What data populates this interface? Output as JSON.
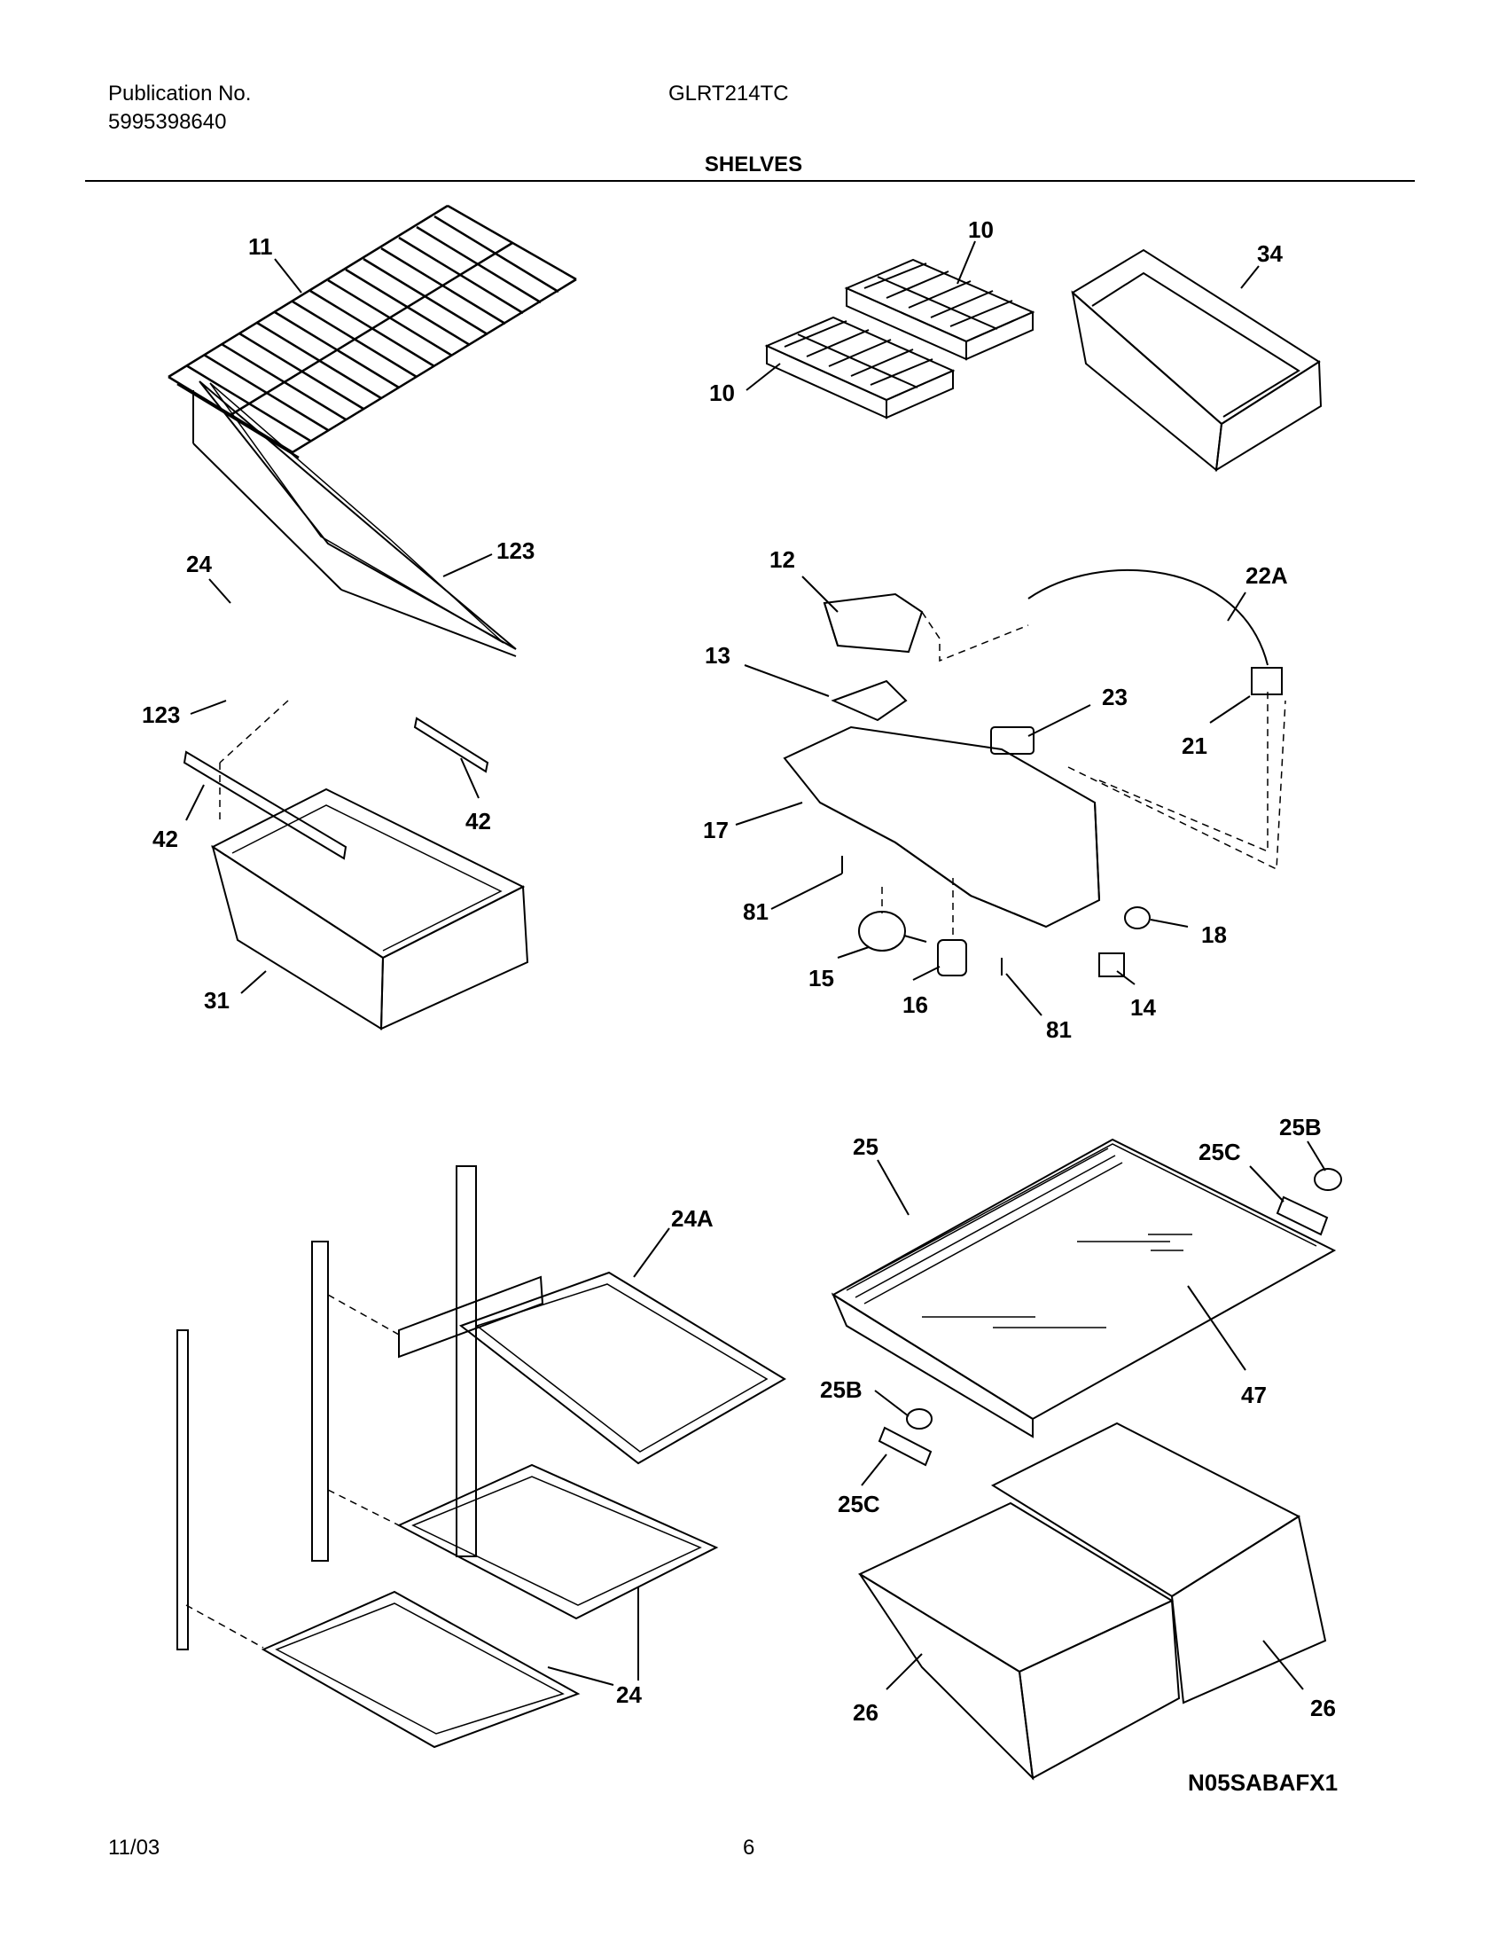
{
  "header": {
    "publication_label": "Publication No.",
    "publication_number": "5995398640",
    "model": "GLRT214TC",
    "section_title": "SHELVES"
  },
  "callouts": {
    "c11": "11",
    "c10a": "10",
    "c10b": "10",
    "c34": "34",
    "c24": "24",
    "c123a": "123",
    "c123b": "123",
    "c42a": "42",
    "c42b": "42",
    "c31": "31",
    "c12": "12",
    "c13": "13",
    "c22A": "22A",
    "c23": "23",
    "c21": "21",
    "c17": "17",
    "c81a": "81",
    "c81b": "81",
    "c15": "15",
    "c16": "16",
    "c14": "14",
    "c18": "18",
    "c25": "25",
    "c25C_top": "25C",
    "c25B_top": "25B",
    "c47": "47",
    "c25B_bottom": "25B",
    "c25C_bottom": "25C",
    "c24A": "24A",
    "c24_lower": "24",
    "c26_left": "26",
    "c26_right": "26"
  },
  "footer": {
    "diagram_code": "N05SABAFX1",
    "date": "11/03",
    "page_number": "6"
  }
}
